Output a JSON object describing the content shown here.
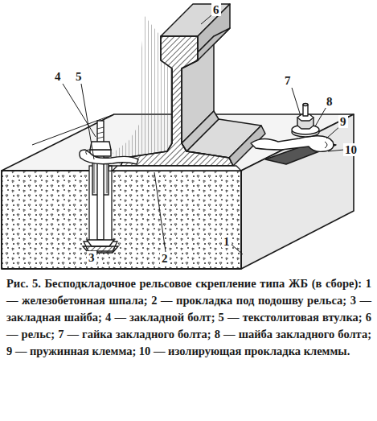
{
  "diagram": {
    "caption": "Рис. 5. Бесподкладочное рельсовое скрепление типа ЖБ (в сборе): 1 — железобетонная шпала; 2 — прокладка под подошву рельса; 3 — закладная шайба; 4 — закладной болт; 5 — текстолитовая втулка; 6 — рельс; 7 — гайка закладного болта; 8 — шайба закладного болта; 9 — пружинная клемма; 10 — изолирующая прокладка клеммы.",
    "labels": [
      "1",
      "2",
      "3",
      "4",
      "5",
      "6",
      "7",
      "8",
      "9",
      "10"
    ]
  }
}
